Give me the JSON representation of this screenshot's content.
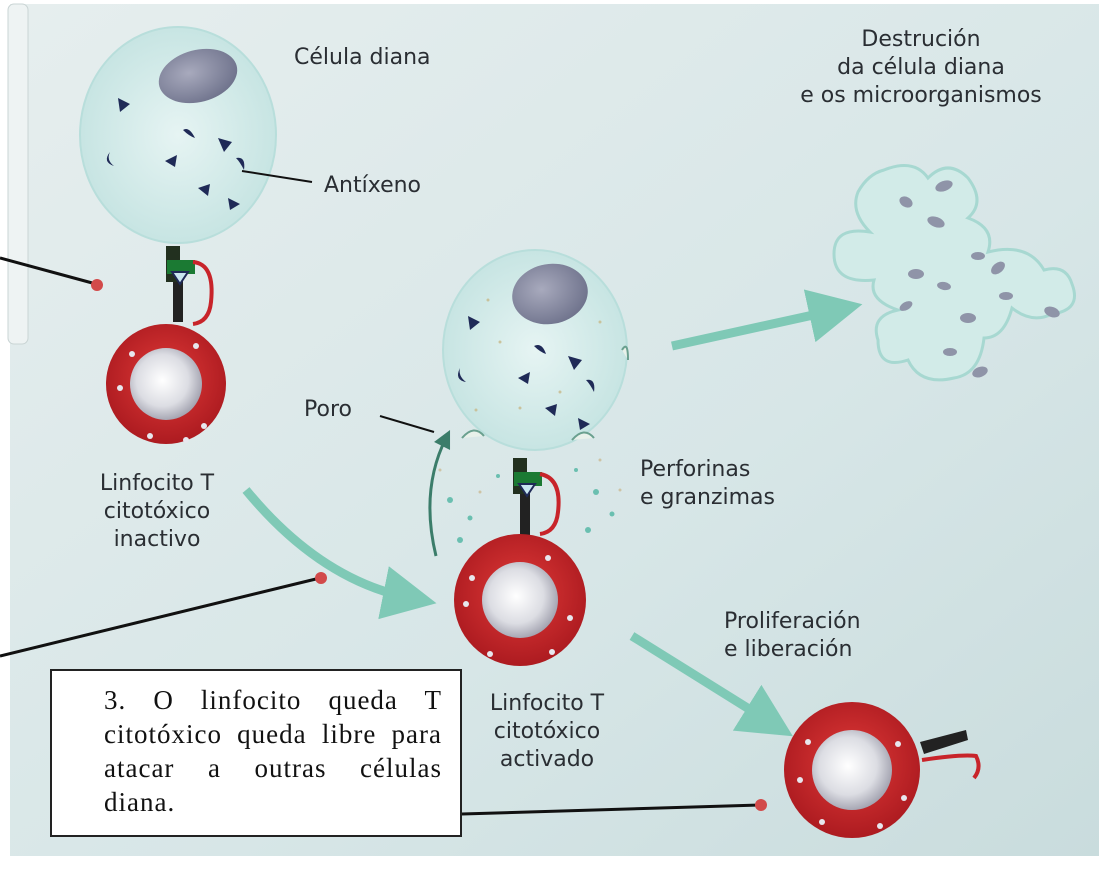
{
  "labels": {
    "target_cell": "Célula diana",
    "destruction": [
      "Destrución",
      "da célula diana",
      "e os microorganismos"
    ],
    "antigen": "Antíxeno",
    "pore": "Poro",
    "perforins": [
      "Perforinas",
      "e granzimas"
    ],
    "inactive_tcell": [
      "Linfocito T",
      "citotóxico",
      "inactivo"
    ],
    "active_tcell": [
      "Linfocito T",
      "citotóxico",
      "activado"
    ],
    "proliferation": [
      "Proliferación",
      "e liberación"
    ]
  },
  "callout": {
    "text": "3. O linfocito queda T citotóxico queda libre para atacar a outras células diana."
  },
  "colors": {
    "background": "#dce9ea",
    "target_cell": "#d6ecec",
    "tcell": "#c8242a",
    "arrow": "#7fc9b6",
    "antigen": "#1f2a57",
    "nucleus": "#7a7f98"
  }
}
